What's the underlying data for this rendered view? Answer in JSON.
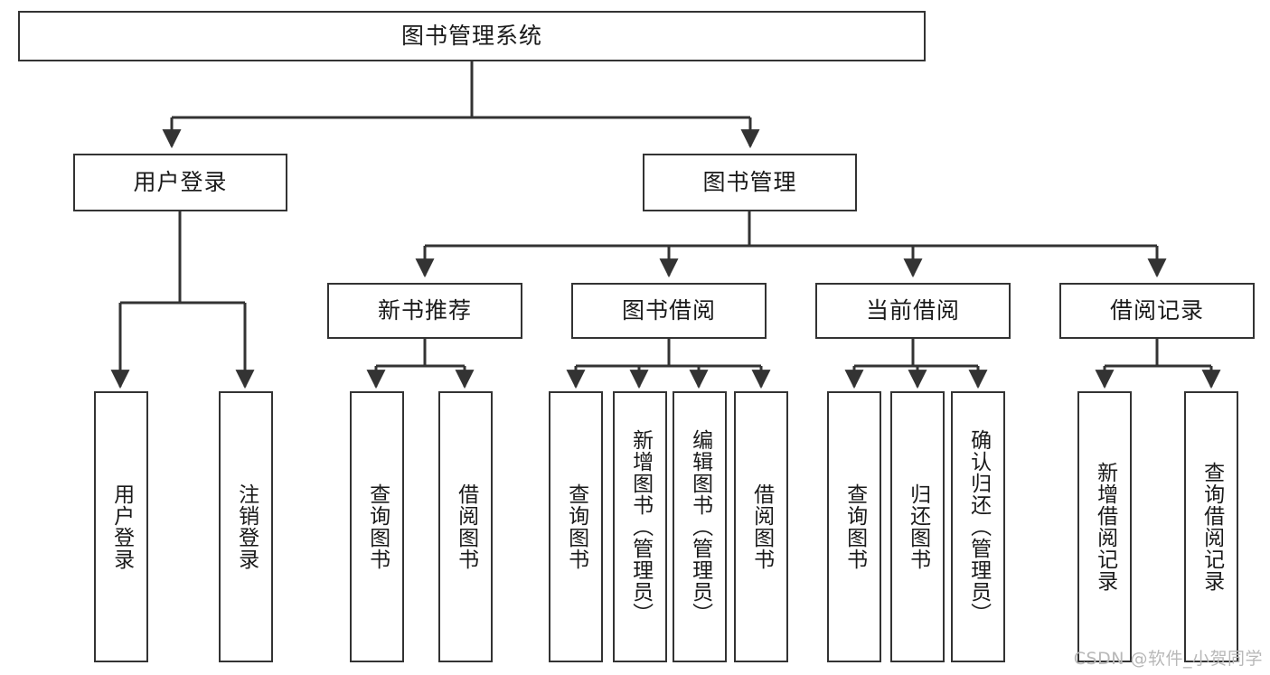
{
  "diagram": {
    "title": "图书管理系统",
    "watermark": "CSDN @软件_小贺同学",
    "accent_color": "#333333",
    "background_color": "#ffffff",
    "root": {
      "id": "root",
      "label": "图书管理系统"
    },
    "level2": [
      {
        "id": "user-login",
        "label": "用户登录"
      },
      {
        "id": "book-manage",
        "label": "图书管理"
      }
    ],
    "level3": [
      {
        "id": "new-book-recommend",
        "label": "新书推荐"
      },
      {
        "id": "book-borrow",
        "label": "图书借阅"
      },
      {
        "id": "current-borrow",
        "label": "当前借阅"
      },
      {
        "id": "borrow-record",
        "label": "借阅记录"
      }
    ],
    "leaves": [
      {
        "id": "leaf-user-login",
        "label": "用户登录",
        "parent": "user-login"
      },
      {
        "id": "leaf-logout-login",
        "label": "注销登录",
        "parent": "user-login"
      },
      {
        "id": "leaf-query-book-1",
        "label": "查询图书",
        "parent": "new-book-recommend"
      },
      {
        "id": "leaf-borrow-book-1",
        "label": "借阅图书",
        "parent": "new-book-recommend"
      },
      {
        "id": "leaf-query-book-2",
        "label": "查询图书",
        "parent": "book-borrow"
      },
      {
        "id": "leaf-add-book",
        "label": "新增图书（管理员）",
        "parent": "book-borrow"
      },
      {
        "id": "leaf-edit-book",
        "label": "编辑图书（管理员）",
        "parent": "book-borrow"
      },
      {
        "id": "leaf-borrow-book-2",
        "label": "借阅图书",
        "parent": "book-borrow"
      },
      {
        "id": "leaf-query-book-3",
        "label": "查询图书",
        "parent": "current-borrow"
      },
      {
        "id": "leaf-return-book",
        "label": "归还图书",
        "parent": "current-borrow"
      },
      {
        "id": "leaf-confirm-return",
        "label": "确认归还（管理员）",
        "parent": "current-borrow"
      },
      {
        "id": "leaf-add-record",
        "label": "新增借阅记录",
        "parent": "borrow-record"
      },
      {
        "id": "leaf-query-record",
        "label": "查询借阅记录",
        "parent": "borrow-record"
      }
    ]
  }
}
